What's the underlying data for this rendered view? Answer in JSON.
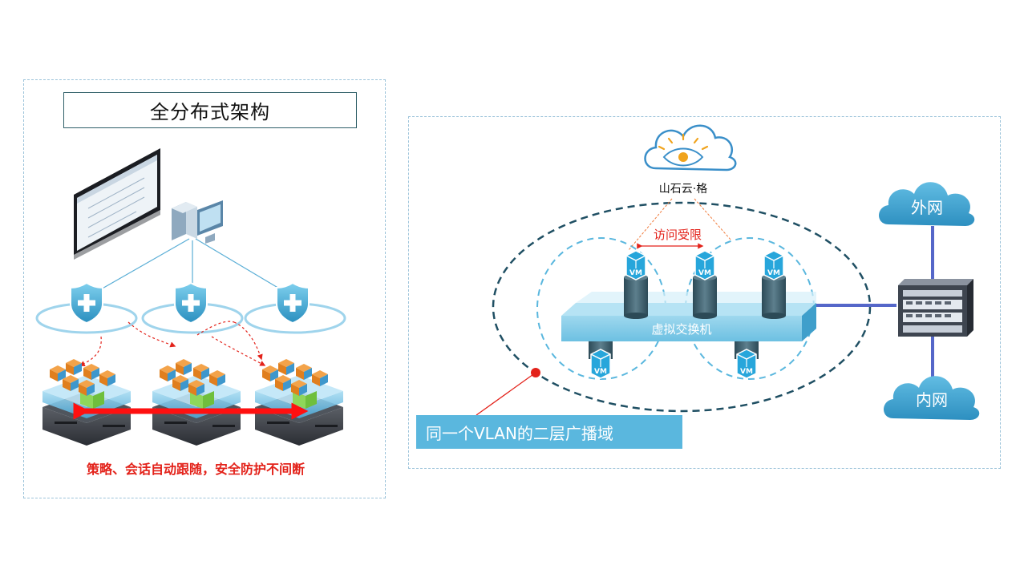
{
  "left": {
    "title": "全分布式架构",
    "caption": "策略、会话自动跟随，安全防护不间断"
  },
  "right": {
    "cloud_brand": "山石云·格",
    "access_label": "访问受限",
    "switch_label": "虚拟交换机",
    "vm_label": "VM",
    "external_network": "外网",
    "internal_network": "内网",
    "vlan_caption": "同一个VLAN的二层广播域"
  },
  "colors": {
    "accent_blue": "#5ab7de",
    "dark_teal": "#1f4f63",
    "red": "#e3221a",
    "link_blue": "#5567c9"
  }
}
